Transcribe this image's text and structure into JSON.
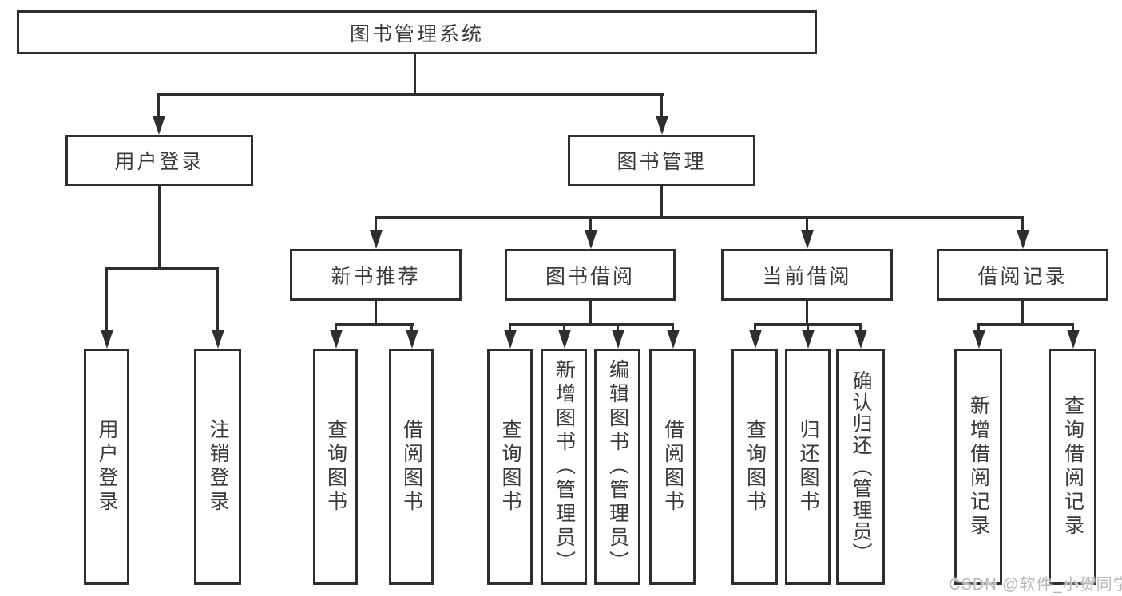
{
  "diagram": {
    "title": "图书管理系统",
    "level2": {
      "user_login": "用户登录",
      "book_management": "图书管理"
    },
    "level3": {
      "new_book_recommend": "新书推荐",
      "book_borrow": "图书借阅",
      "current_borrow": "当前借阅",
      "borrow_records": "借阅记录"
    },
    "leaves": {
      "user_login_leaf": "用户登录",
      "logout": "注销登录",
      "nb_query_books": "查询图书",
      "nb_borrow_books": "借阅图书",
      "bb_query_books": "查询图书",
      "bb_add_books": "新增图书（管理员）",
      "bb_edit_books": "编辑图书（管理员）",
      "bb_borrow_books": "借阅图书",
      "cb_query_books": "查询图书",
      "cb_return_books": "归还图书",
      "cb_confirm_return": "确认归还（管理员）",
      "br_add_record": "新增借阅记录",
      "br_query_record": "查询借阅记录"
    },
    "hierarchy": {
      "图书管理系统": {
        "用户登录": [
          "用户登录",
          "注销登录"
        ],
        "图书管理": {
          "新书推荐": [
            "查询图书",
            "借阅图书"
          ],
          "图书借阅": [
            "查询图书",
            "新增图书（管理员）",
            "编辑图书（管理员）",
            "借阅图书"
          ],
          "当前借阅": [
            "查询图书",
            "归还图书",
            "确认归还（管理员）"
          ],
          "借阅记录": [
            "新增借阅记录",
            "查询借阅记录"
          ]
        }
      }
    }
  },
  "watermark": "CSDN @软件_小贺同学",
  "colors": {
    "line": "#2e2e2e",
    "text": "#3a3a3a",
    "watermark": "#b8b8b8",
    "background": "#ffffff"
  }
}
